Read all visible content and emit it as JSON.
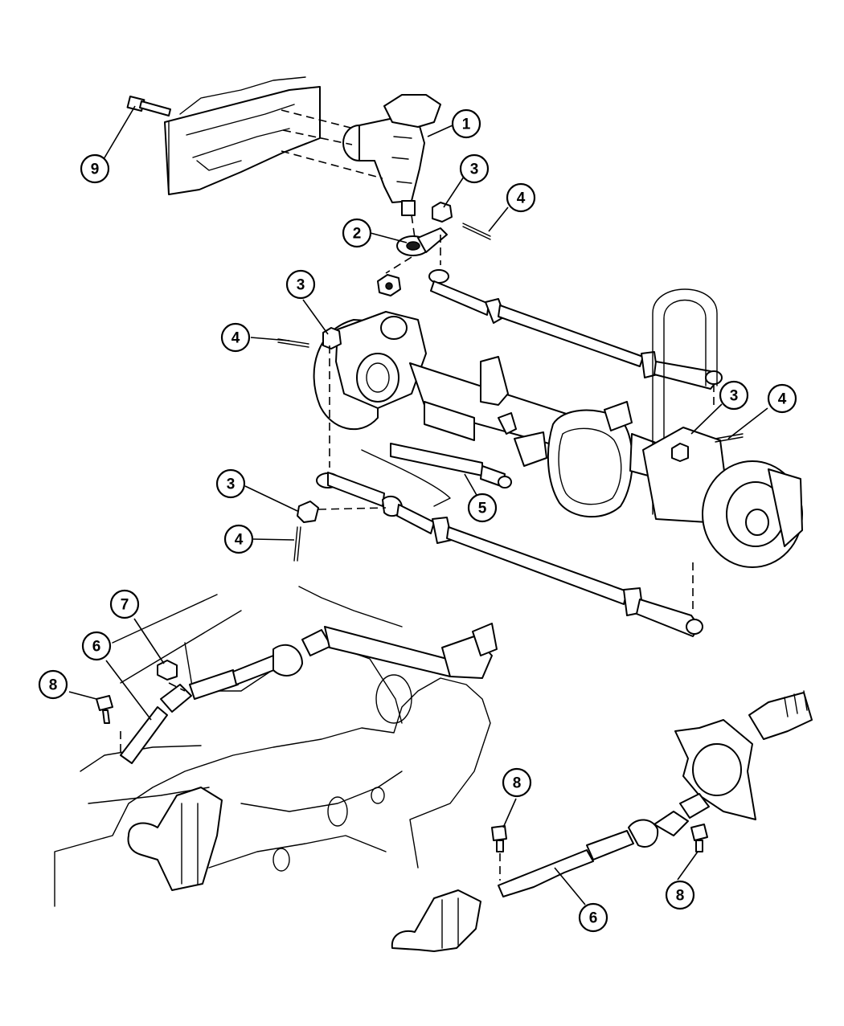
{
  "callouts": [
    {
      "id": "c1",
      "label": "1"
    },
    {
      "id": "c2",
      "label": "2"
    },
    {
      "id": "c3a",
      "label": "3"
    },
    {
      "id": "c4a",
      "label": "4"
    },
    {
      "id": "c3b",
      "label": "3"
    },
    {
      "id": "c4b",
      "label": "4"
    },
    {
      "id": "c3c",
      "label": "3"
    },
    {
      "id": "c4c",
      "label": "4"
    },
    {
      "id": "c3d",
      "label": "3"
    },
    {
      "id": "c4d",
      "label": "4"
    },
    {
      "id": "c5",
      "label": "5"
    },
    {
      "id": "c6a",
      "label": "6"
    },
    {
      "id": "c7",
      "label": "7"
    },
    {
      "id": "c8a",
      "label": "8"
    },
    {
      "id": "c8b",
      "label": "8"
    },
    {
      "id": "c8c",
      "label": "8"
    },
    {
      "id": "c6b",
      "label": "6"
    },
    {
      "id": "c9",
      "label": "9"
    }
  ]
}
